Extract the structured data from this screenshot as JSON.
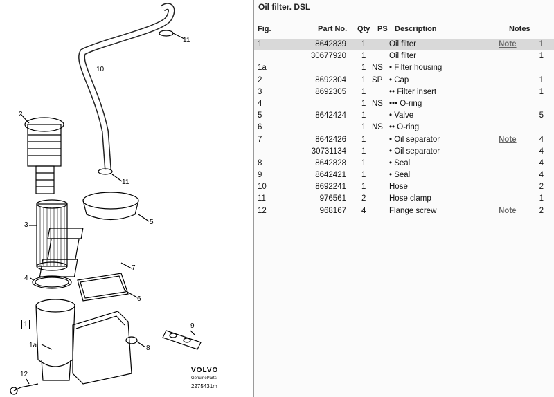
{
  "diagram": {
    "callouts": [
      {
        "id": "11a",
        "label": "11"
      },
      {
        "id": "10",
        "label": "10"
      },
      {
        "id": "2",
        "label": "2"
      },
      {
        "id": "11b",
        "label": "11"
      },
      {
        "id": "5",
        "label": "5"
      },
      {
        "id": "3",
        "label": "3"
      },
      {
        "id": "7",
        "label": "7"
      },
      {
        "id": "4",
        "label": "4"
      },
      {
        "id": "6",
        "label": "6"
      },
      {
        "id": "9",
        "label": "9"
      },
      {
        "id": "1a",
        "label": "1a"
      },
      {
        "id": "8",
        "label": "8"
      },
      {
        "id": "12",
        "label": "12"
      }
    ],
    "ref_box": "1",
    "brand": "VOLVO",
    "brand_sub": "GenuineParts",
    "brand_number": "2275431m"
  },
  "panel": {
    "title": "Oil filter. DSL",
    "headers": {
      "fig": "Fig.",
      "part_no": "Part No.",
      "qty": "Qty",
      "ps": "PS",
      "description": "Description",
      "notes": "Notes"
    },
    "rows": [
      {
        "fig": "1",
        "part": "8642839",
        "qty": "1",
        "ps": "",
        "desc": "Oil filter",
        "note": "Note",
        "extra": "1",
        "selected": true
      },
      {
        "fig": "",
        "part": "30677920",
        "qty": "1",
        "ps": "",
        "desc": "Oil filter",
        "note": "",
        "extra": "1"
      },
      {
        "fig": "1a",
        "part": "",
        "qty": "1",
        "ps": "NS",
        "desc": "• Filter housing",
        "note": "",
        "extra": ""
      },
      {
        "fig": "2",
        "part": "8692304",
        "qty": "1",
        "ps": "SP",
        "desc": "• Cap",
        "note": "",
        "extra": "1"
      },
      {
        "fig": "3",
        "part": "8692305",
        "qty": "1",
        "ps": "",
        "desc": "•• Filter insert",
        "note": "",
        "extra": "1"
      },
      {
        "fig": "4",
        "part": "",
        "qty": "1",
        "ps": "NS",
        "desc": "••• O-ring",
        "note": "",
        "extra": ""
      },
      {
        "fig": "5",
        "part": "8642424",
        "qty": "1",
        "ps": "",
        "desc": "• Valve",
        "note": "",
        "extra": "5"
      },
      {
        "fig": "6",
        "part": "",
        "qty": "1",
        "ps": "NS",
        "desc": "•• O-ring",
        "note": "",
        "extra": ""
      },
      {
        "fig": "7",
        "part": "8642426",
        "qty": "1",
        "ps": "",
        "desc": "• Oil separator",
        "note": "Note",
        "extra": "4"
      },
      {
        "fig": "",
        "part": "30731134",
        "qty": "1",
        "ps": "",
        "desc": "• Oil separator",
        "note": "",
        "extra": "4"
      },
      {
        "fig": "8",
        "part": "8642828",
        "qty": "1",
        "ps": "",
        "desc": "• Seal",
        "note": "",
        "extra": "4"
      },
      {
        "fig": "9",
        "part": "8642421",
        "qty": "1",
        "ps": "",
        "desc": "• Seal",
        "note": "",
        "extra": "4"
      },
      {
        "fig": "10",
        "part": "8692241",
        "qty": "1",
        "ps": "",
        "desc": "Hose",
        "note": "",
        "extra": "2"
      },
      {
        "fig": "11",
        "part": "976561",
        "qty": "2",
        "ps": "",
        "desc": "Hose clamp",
        "note": "",
        "extra": "1"
      },
      {
        "fig": "12",
        "part": "968167",
        "qty": "4",
        "ps": "",
        "desc": "Flange screw",
        "note": "Note",
        "extra": "2"
      }
    ]
  }
}
